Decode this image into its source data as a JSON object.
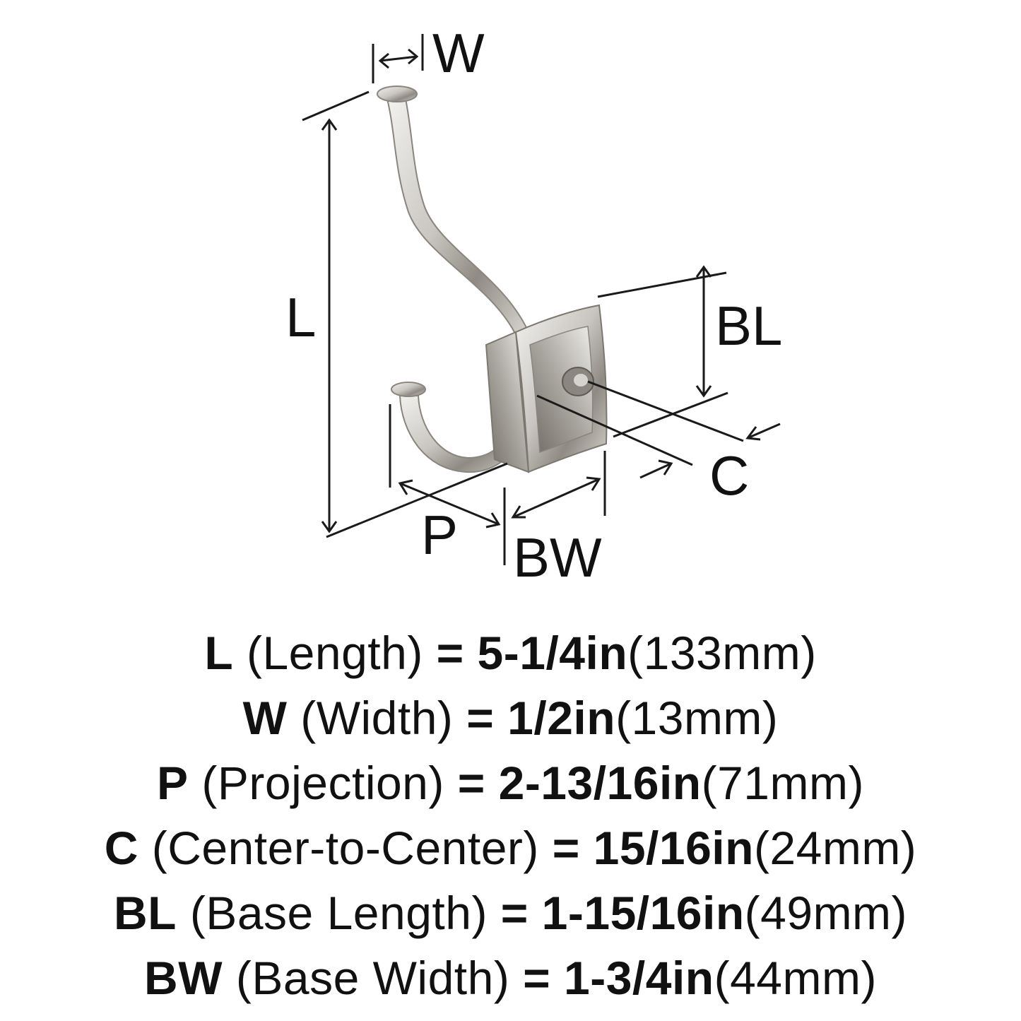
{
  "diagram": {
    "labels": {
      "w": "W",
      "l": "L",
      "bl": "BL",
      "c": "C",
      "p": "P",
      "bw": "BW"
    },
    "colors": {
      "ink": "#111111",
      "finish": "#c9c6c1"
    }
  },
  "specs": [
    {
      "code": "L",
      "name": "(Length)",
      "eq": "=",
      "imperial": "5-1/4in",
      "metric": "(133mm)"
    },
    {
      "code": "W",
      "name": "(Width)",
      "eq": "=",
      "imperial": "1/2in",
      "metric": "(13mm)"
    },
    {
      "code": "P",
      "name": "(Projection)",
      "eq": "=",
      "imperial": "2-13/16in",
      "metric": "(71mm)"
    },
    {
      "code": "C",
      "name": "(Center-to-Center)",
      "eq": "=",
      "imperial": "15/16in",
      "metric": "(24mm)"
    },
    {
      "code": "BL",
      "name": "(Base Length)",
      "eq": "=",
      "imperial": "1-15/16in",
      "metric": "(49mm)"
    },
    {
      "code": "BW",
      "name": "(Base Width)",
      "eq": "=",
      "imperial": "1-3/4in",
      "metric": "(44mm)"
    }
  ]
}
